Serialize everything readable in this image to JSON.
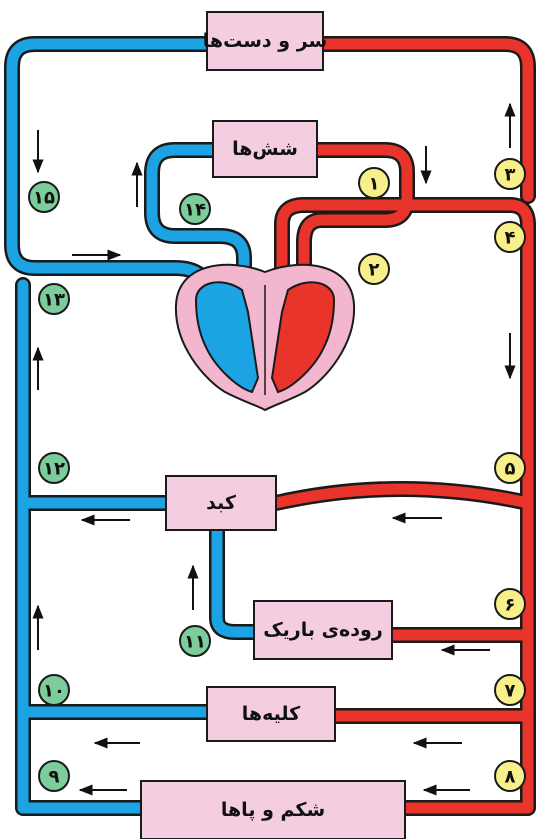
{
  "colors": {
    "oxygenated": "#e8342b",
    "deoxygenated": "#1ba3e3",
    "vessel_outline": "#1a1a1a",
    "organ_box": "#f5cde0",
    "heart_wall": "#f3b6cf",
    "badge_yellow": "#f7f08a",
    "badge_green": "#7ccc9c",
    "arrow": "#111111"
  },
  "organs": {
    "head_arms": "سر و دست‌ها",
    "lungs": "شش‌ها",
    "liver": "کبد",
    "small_intestine": "روده‌ی باریک",
    "kidneys": "کلیه‌ها",
    "abdomen_legs": "شکم و پاها"
  },
  "markers": [
    {
      "id": 1,
      "text": "۱",
      "color": "yellow"
    },
    {
      "id": 2,
      "text": "۲",
      "color": "yellow"
    },
    {
      "id": 3,
      "text": "۳",
      "color": "yellow"
    },
    {
      "id": 4,
      "text": "۴",
      "color": "yellow"
    },
    {
      "id": 5,
      "text": "۵",
      "color": "yellow"
    },
    {
      "id": 6,
      "text": "۶",
      "color": "yellow"
    },
    {
      "id": 7,
      "text": "۷",
      "color": "yellow"
    },
    {
      "id": 8,
      "text": "۸",
      "color": "yellow"
    },
    {
      "id": 9,
      "text": "۹",
      "color": "green"
    },
    {
      "id": 10,
      "text": "۱۰",
      "color": "green"
    },
    {
      "id": 11,
      "text": "۱۱",
      "color": "green"
    },
    {
      "id": 12,
      "text": "۱۲",
      "color": "green"
    },
    {
      "id": 13,
      "text": "۱۳",
      "color": "green"
    },
    {
      "id": 14,
      "text": "۱۴",
      "color": "green"
    },
    {
      "id": 15,
      "text": "۱۵",
      "color": "green"
    }
  ],
  "arrow_icons": [
    "arrow-up-icon",
    "arrow-down-icon",
    "arrow-left-icon",
    "arrow-right-icon"
  ]
}
